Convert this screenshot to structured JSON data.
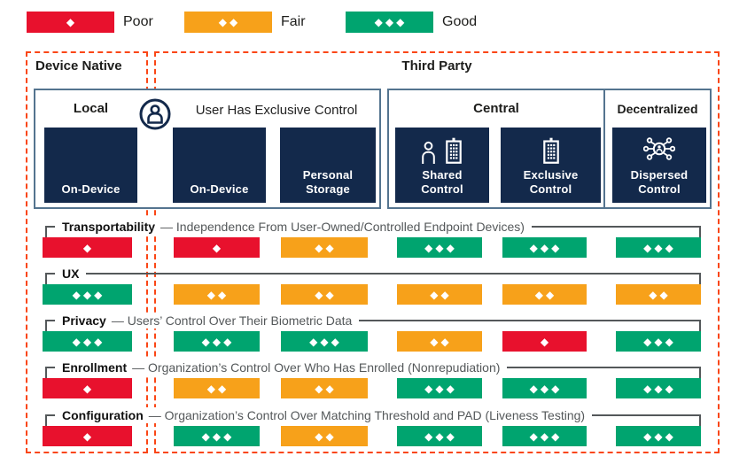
{
  "legend": {
    "items": [
      {
        "label": "Poor",
        "level": 1
      },
      {
        "label": "Fair",
        "level": 2
      },
      {
        "label": "Good",
        "level": 3
      }
    ]
  },
  "rating_levels": {
    "1": {
      "name": "Poor",
      "color": "#E8112D",
      "diamonds": "◆"
    },
    "2": {
      "name": "Fair",
      "color": "#F7A11A",
      "diamonds": "◆◆"
    },
    "3": {
      "name": "Good",
      "color": "#00A46F",
      "diamonds": "◆◆◆"
    }
  },
  "regions": {
    "device_native": "Device Native",
    "third_party": "Third Party"
  },
  "boxes": [
    {
      "left_title": "Local",
      "icon": "user-circle-icon",
      "right_title": "User Has Exclusive Control",
      "cards": [
        {
          "label": "On-Device"
        },
        {
          "label": "On-Device"
        },
        {
          "label": "Personal Storage"
        }
      ]
    },
    {
      "title": "Central",
      "cards": [
        {
          "label": "Shared Control",
          "icons": [
            "person-icon",
            "building-icon"
          ]
        },
        {
          "label": "Exclusive Control",
          "icons": [
            "building-icon"
          ]
        }
      ]
    },
    {
      "title": "Decentralized",
      "cards": [
        {
          "label": "Dispersed Control",
          "icons": [
            "network-icon"
          ]
        }
      ]
    }
  ],
  "columns": [
    "On-Device (Local)",
    "On-Device",
    "Personal Storage",
    "Shared Control",
    "Exclusive Control",
    "Dispersed Control"
  ],
  "rows": [
    {
      "name": "Transportability",
      "desc": "— Independence From User-Owned/Controlled Endpoint Devices)",
      "ratings": [
        1,
        1,
        2,
        3,
        3,
        3
      ]
    },
    {
      "name": "UX",
      "desc": "",
      "ratings": [
        3,
        2,
        2,
        2,
        2,
        2
      ]
    },
    {
      "name": "Privacy",
      "desc": "— Users’ Control Over Their Biometric Data",
      "ratings": [
        3,
        3,
        3,
        2,
        1,
        3
      ]
    },
    {
      "name": "Enrollment",
      "desc": "— Organization’s Control Over Who Has Enrolled (Nonrepudiation)",
      "ratings": [
        1,
        2,
        2,
        3,
        3,
        3
      ]
    },
    {
      "name": "Configuration",
      "desc": "— Organization’s Control Over Matching Threshold and PAD (Liveness Testing)",
      "ratings": [
        1,
        3,
        2,
        3,
        3,
        3
      ]
    }
  ],
  "colors": {
    "navy": "#13294B",
    "dashed_border": "#FA4616",
    "box_border": "#54748F",
    "bracket": "#54585A"
  }
}
